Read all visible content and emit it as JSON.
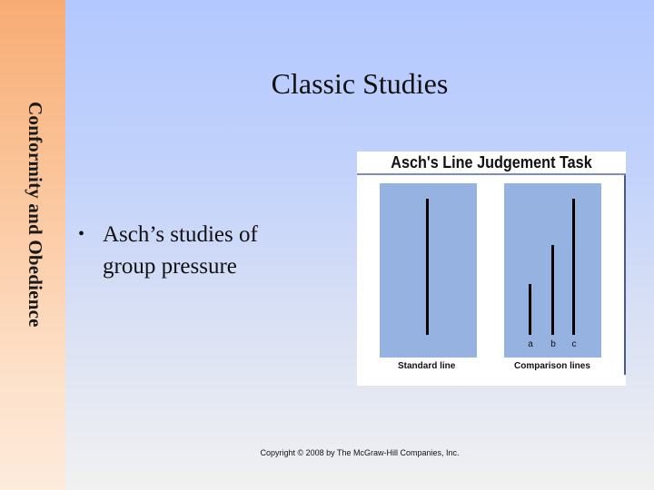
{
  "sidebar": {
    "vertical_title": "Conformity and Obedience"
  },
  "slide": {
    "title": "Classic Studies",
    "bullets": [
      {
        "mark": "•",
        "text": "Asch’s studies of group pressure"
      }
    ],
    "copyright": "Copyright © 2008 by The McGraw-Hill Companies, Inc."
  },
  "figure": {
    "title": "Asch's Line  Judgement Task",
    "standard_caption": "Standard line",
    "comparison_caption": "Comparison lines",
    "comparison_labels": [
      "a",
      "b",
      "c"
    ]
  },
  "colors": {
    "background_top": "#b3c8ff",
    "side_band": "#f8ac74",
    "panel": "#96b2e0",
    "line": "#000000"
  }
}
